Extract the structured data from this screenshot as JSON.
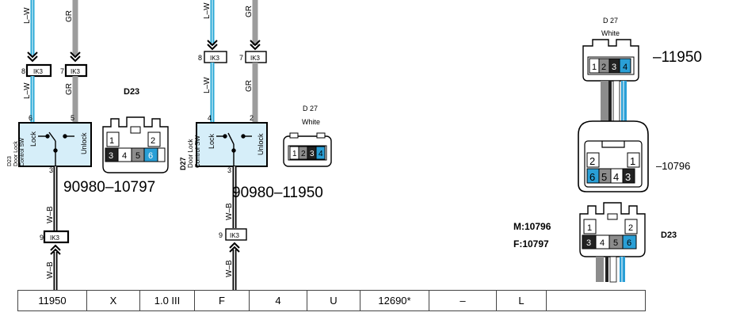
{
  "colors": {
    "wire_lw": "#26a7d6",
    "wire_gr": "#9c9c9c",
    "switch_fill": "#d6eef9",
    "pin_blue": "#2a9fd6",
    "pin_gray": "#8c8c8c"
  },
  "left": {
    "wire_lw_label": "L–W",
    "wire_gr_label": "GR",
    "pin8": "8",
    "pin7": "7",
    "ik3_a": "IK3",
    "ik3_b": "IK3",
    "wire_lw_label2": "L–W",
    "wire_gr_label2": "GR",
    "pin6": "6",
    "pin5": "5",
    "switch_lock": "Lock",
    "switch_unlock": "Unlock",
    "switch_side": "D23\nDoor Lock\nControl SW",
    "pin3": "3",
    "part_number": "90980–10797",
    "wire_wb": "W–B",
    "pin9": "9",
    "ik3_c": "IK3",
    "wire_wb2": "W–B",
    "connector_title": "D23",
    "conn_pins": [
      "1",
      "2",
      "3",
      "4",
      "5",
      "6"
    ]
  },
  "middle": {
    "wire_lw_label": "L–W",
    "wire_gr_label": "GR",
    "pin8": "8",
    "pin7": "7",
    "ik3_a": "IK3",
    "ik3_b": "IK3",
    "wire_lw_label2": "L–W",
    "wire_gr_label2": "GR",
    "pin4": "4",
    "pin2": "2",
    "switch_lock": "Lock",
    "switch_unlock": "Unlock",
    "switch_side_code": "D27",
    "switch_side": "Door Lock\nControl SW",
    "pin3": "3",
    "part_number": "90980–11950",
    "wire_wb": "W–B",
    "pin9": "9",
    "ik3_c": "IK3",
    "wire_wb2": "W–B",
    "connector_title": "D 27",
    "connector_color": "White",
    "conn_pins": [
      "1",
      "2",
      "3",
      "4"
    ]
  },
  "right": {
    "top_title": "D 27",
    "top_color": "White",
    "top_pins": [
      "1",
      "2",
      "3",
      "4"
    ],
    "top_part": "–11950",
    "mid_pins": [
      "2",
      "1",
      "6",
      "5",
      "4",
      "3"
    ],
    "mid_part": "–10796",
    "m_label": "M:10796",
    "f_label": "F:10797",
    "bottom_title": "D23",
    "bottom_pins": [
      "1",
      "2",
      "3",
      "4",
      "5",
      "6"
    ]
  },
  "table": {
    "cells": [
      "11950",
      "X",
      "1.0 III",
      "F",
      "4",
      "U",
      "12690*",
      "–",
      "L",
      ""
    ]
  }
}
